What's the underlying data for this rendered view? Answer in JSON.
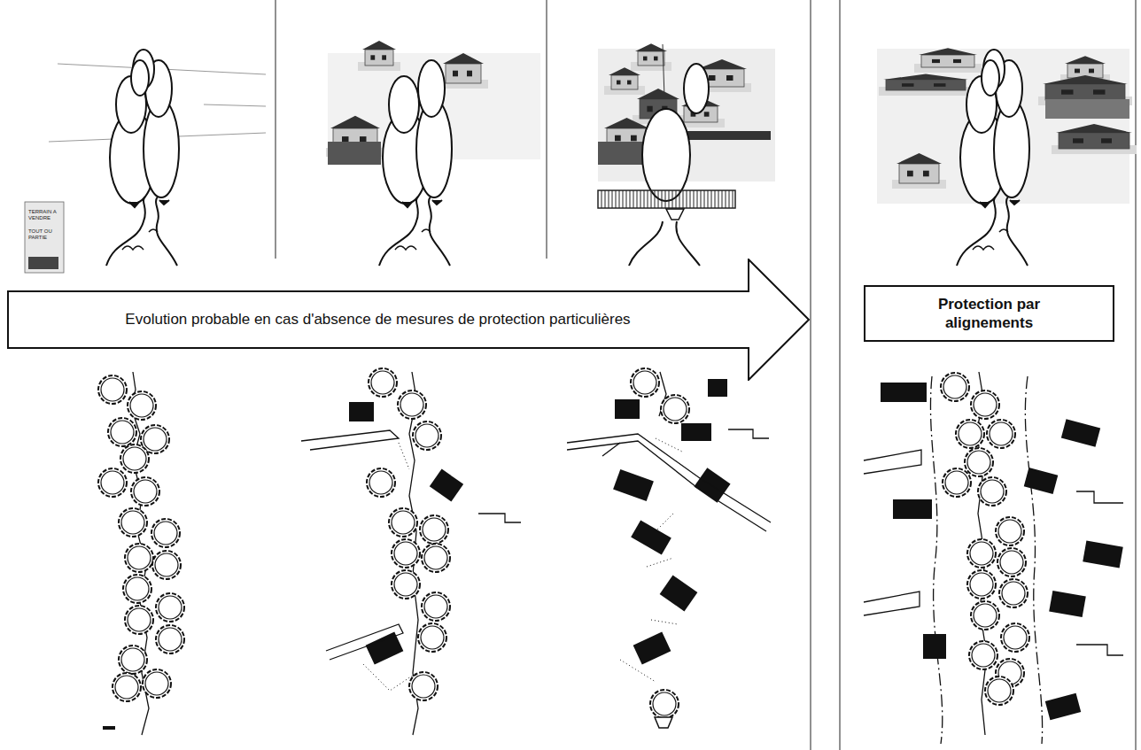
{
  "diagram": {
    "nodes": [
      {
        "text": [
          "Evolution probable en cas d'absence de mesures de protection particulières"
        ]
      },
      {
        "text": [
          "Protection par alignements"
        ]
      }
    ],
    "labels": [
      "TERRAIN A VENDRE",
      "TOUT OU PARTIE"
    ]
  }
}
